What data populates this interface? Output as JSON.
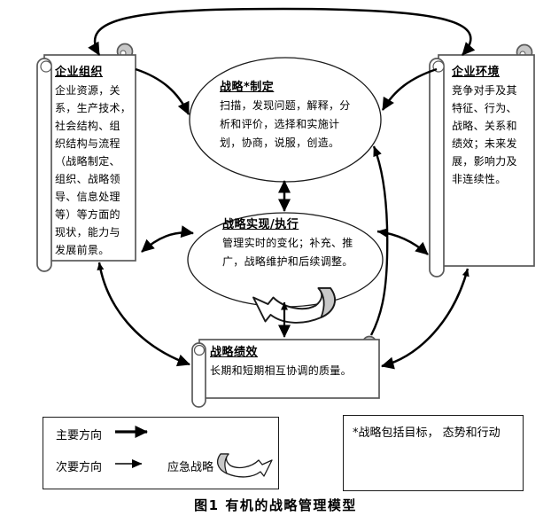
{
  "figure": {
    "nodes": {
      "organization": {
        "title": "企业组织",
        "body": [
          "企业资源，关",
          "系，生产技术，",
          "社会结构、组",
          "织结构与流程",
          "（战略制定、",
          "组织、战略领",
          "导、信息处理",
          "等）等方面的",
          "现状，能力与",
          "发展前景。"
        ]
      },
      "environment": {
        "title": "企业环境",
        "body": [
          "竞争对手及其",
          "特征、行为、",
          "战略、关系和",
          "绩效；未来发",
          "展，影响力及",
          "非连续性。"
        ]
      },
      "formulation": {
        "title": "战略*制定",
        "body": [
          "扫描，发现问题，解释，分",
          "析和评价，选择和实施计",
          "划，协商，说服，创造。"
        ]
      },
      "implementation": {
        "title": "战略实现/执行",
        "body": [
          "管理实时的变化；补充、推",
          "广，战略维护和后续调整。"
        ]
      },
      "performance": {
        "title": "战略绩效",
        "body": [
          "长期和短期相互协调的质量。"
        ]
      }
    },
    "legend": {
      "primary": "主要方向",
      "secondary": "次要方向",
      "emergent": "应急战略"
    },
    "note": "*战略包括目标， 态势和行动",
    "caption": "图1  有机的战略管理模型",
    "colors": {
      "scroll_outline": "#595959",
      "curl_fill": "#c8c8c8",
      "ellipse_outline": "#1a1a1a",
      "arrow": "#000000",
      "swoosh_fill": "#c8c8c8",
      "text": "#000000",
      "background": "#ffffff"
    }
  }
}
